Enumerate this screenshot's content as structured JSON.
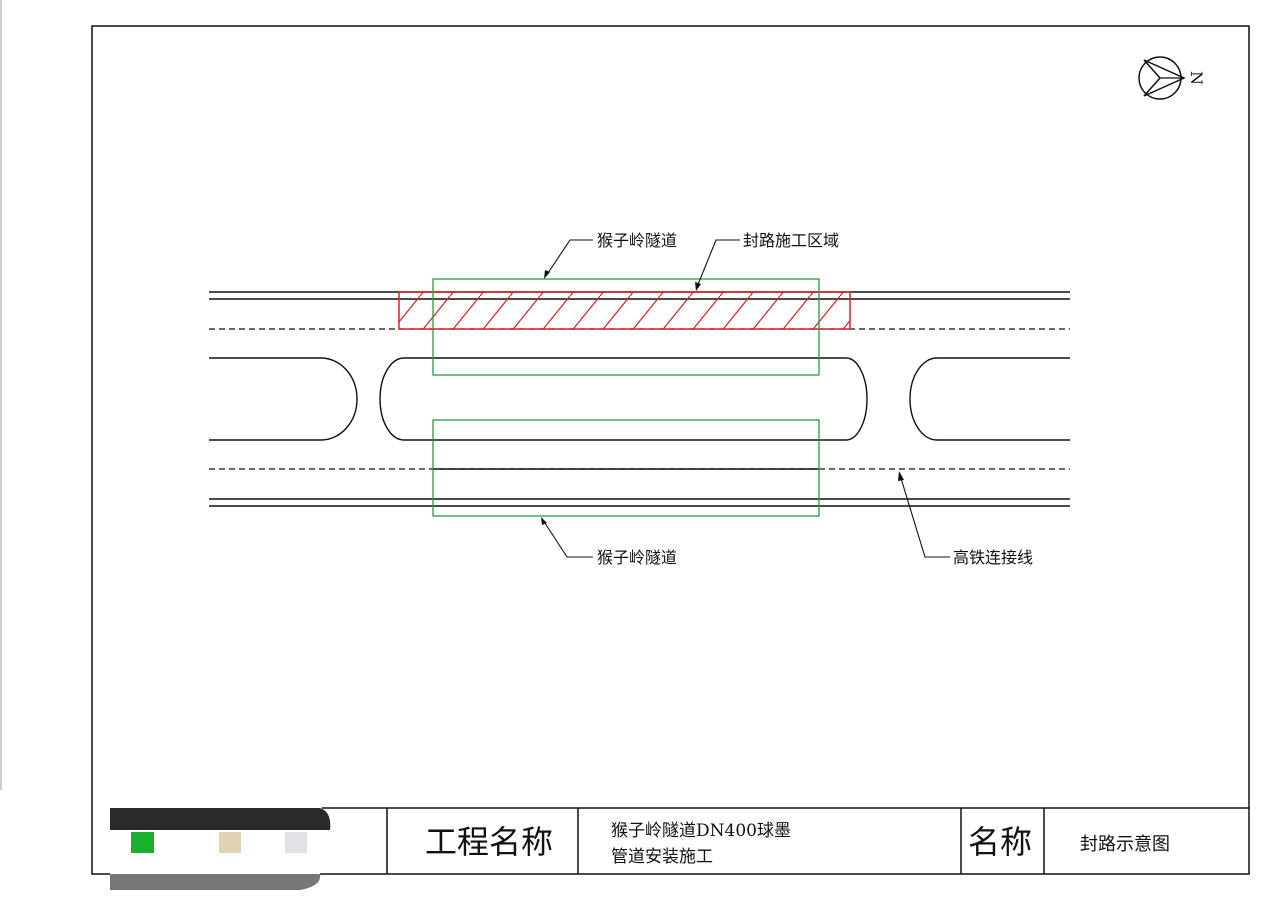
{
  "colors": {
    "line": "#111111",
    "hatch": "#e02020",
    "box": "#2a9a44",
    "swatch_green": "#19b02c",
    "swatch_tan": "#e3d3b6",
    "swatch_gray": "#e2e2e6",
    "logo_dark": "#2a2a2a",
    "logo_gray": "#777777"
  },
  "compass": {
    "letter": "N",
    "icon": "north-arrow-icon"
  },
  "labels": {
    "tunnel_top": "猴子岭隧道",
    "closure_zone": "封路施工区域",
    "tunnel_bottom": "猴子岭隧道",
    "rail_link": "高铁连接线"
  },
  "title_block": {
    "project_label": "工程名称",
    "project_name_line1": "猴子岭隧道DN400球墨",
    "project_name_line2": "管道安装施工",
    "name_label": "名称",
    "drawing_name": "封路示意图"
  }
}
